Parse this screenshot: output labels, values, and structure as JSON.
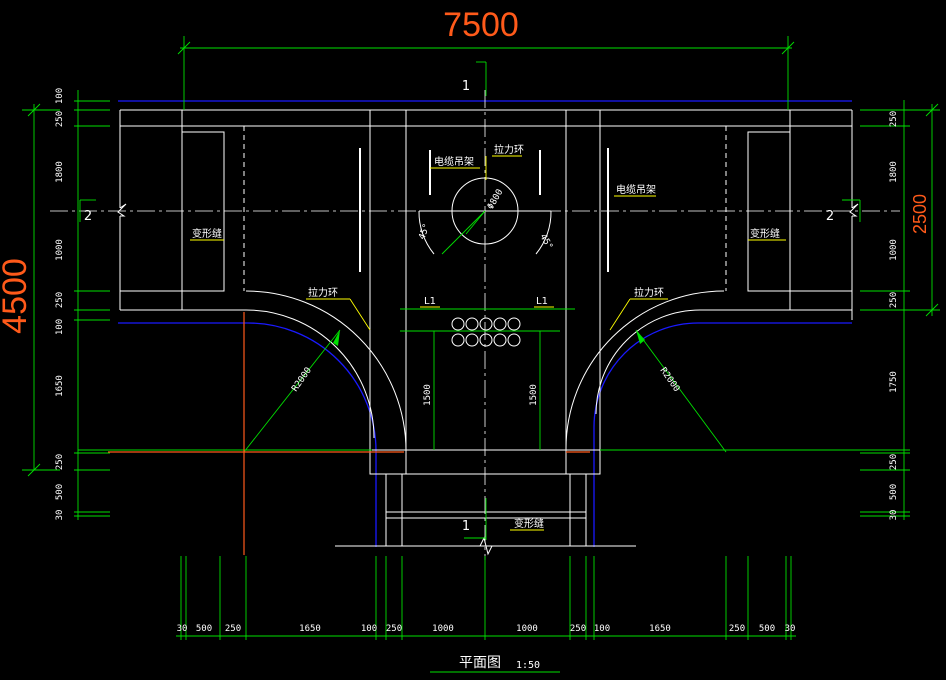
{
  "colors": {
    "background": "#000000",
    "outline": "#ffffff",
    "dimension": "#00e000",
    "big_dimension": "#ff5a1a",
    "boundary": "#1a1aff",
    "leader": "#ffff00",
    "axis": "#ff5a1a"
  },
  "overall": {
    "width_label": "7500",
    "height_label": "4500",
    "right_label": "2500"
  },
  "sections": {
    "top_mark": "1",
    "bottom_mark": "1",
    "left_mark": "2",
    "right_mark": "2"
  },
  "labels": {
    "cable_hanger_left": "电缆吊架",
    "cable_hanger_right": "电缆吊架",
    "pull_ring_top": "拉力环",
    "pull_ring_left": "拉力环",
    "pull_ring_right": "拉力环",
    "def_joint_left": "变形缝",
    "def_joint_right": "变形缝",
    "def_joint_bottom": "变形缝",
    "beam_left": "L1",
    "beam_right": "L1",
    "manhole_dia": "Φ800",
    "angle_left": "45°",
    "angle_right": "45°",
    "radius_left": "R2000",
    "radius_right": "R2000",
    "depth_left": "1500",
    "depth_right": "1500"
  },
  "left_dims": [
    "100",
    "250",
    "1800",
    "1000",
    "250",
    "100",
    "1650",
    "250",
    "500",
    "30"
  ],
  "right_dims": [
    "250",
    "1800",
    "1000",
    "250",
    "1750",
    "250",
    "500",
    "30"
  ],
  "bottom_dims": [
    "30",
    "500",
    "250",
    "1650",
    "100",
    "250",
    "1000",
    "1000",
    "250",
    "100",
    "1650",
    "250",
    "500",
    "30"
  ],
  "title": {
    "text": "平面图",
    "scale": "1:50"
  }
}
